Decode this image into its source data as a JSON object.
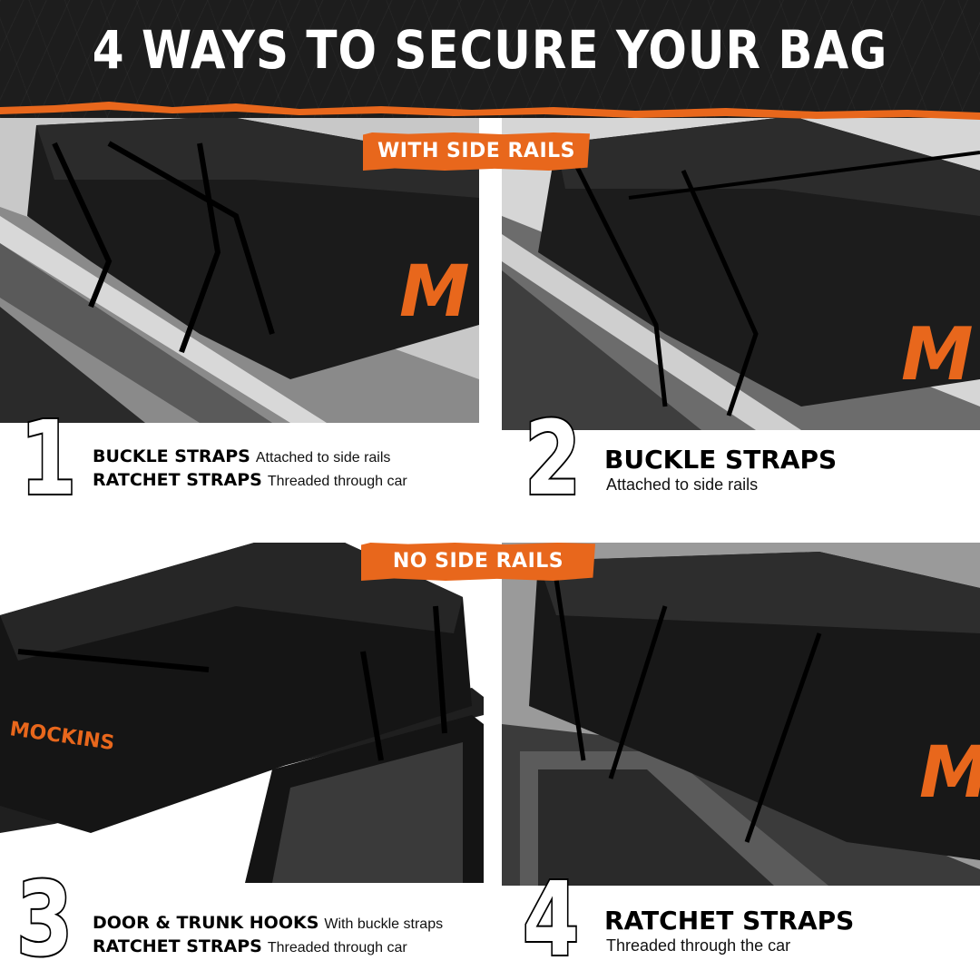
{
  "header": {
    "title": "4 WAYS TO SECURE YOUR BAG"
  },
  "badges": {
    "with_side_rails": "WITH SIDE RAILS",
    "no_side_rails": "NO SIDE RAILS"
  },
  "brand": {
    "name": "MOCKINS",
    "logo_letter": "M",
    "accent_color": "#e8671c",
    "dark_color": "#1d1d1d"
  },
  "methods": [
    {
      "number": "1",
      "group": "WITH SIDE RAILS",
      "lines": [
        {
          "bold": "BUCKLE STRAPS",
          "light": "Attached to side rails"
        },
        {
          "bold": "RATCHET STRAPS",
          "light": "Threaded through car"
        }
      ]
    },
    {
      "number": "2",
      "group": "WITH SIDE RAILS",
      "lines": [
        {
          "bold": "BUCKLE STRAPS",
          "light": ""
        },
        {
          "bold": "",
          "light": "Attached to side rails"
        }
      ]
    },
    {
      "number": "3",
      "group": "NO SIDE RAILS",
      "lines": [
        {
          "bold": "DOOR & TRUNK HOOKS",
          "light": "With buckle straps"
        },
        {
          "bold": "RATCHET STRAPS",
          "light": "Threaded through car"
        }
      ]
    },
    {
      "number": "4",
      "group": "NO SIDE RAILS",
      "lines": [
        {
          "bold": "RATCHET STRAPS",
          "light": ""
        },
        {
          "bold": "",
          "light": "Threaded through the car"
        }
      ]
    }
  ]
}
